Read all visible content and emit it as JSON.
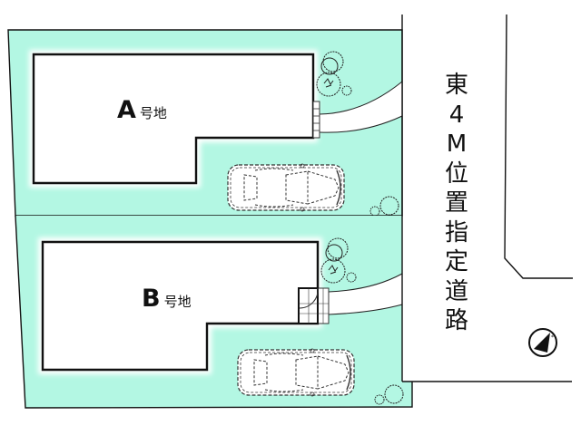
{
  "plan": {
    "type": "site plan (区画図)",
    "colors": {
      "garden": "#b3f7e3",
      "building_fill": "#ffffff",
      "line": "#111111"
    },
    "lots": [
      {
        "id": "A",
        "letter": "A",
        "suffix": "号地",
        "parking": "1 car",
        "entrance": "east approach path with steps"
      },
      {
        "id": "B",
        "letter": "B",
        "suffix": "号地",
        "parking": "1 car",
        "entrance": "east approach path with tiled porch"
      }
    ],
    "road": {
      "label_chars": [
        "東",
        "4",
        "M",
        "位",
        "置",
        "指",
        "定",
        "道",
        "路"
      ],
      "label": "東4M位置指定道路"
    },
    "compass": {
      "icon": "north-arrow-icon",
      "direction": "north-northeast"
    }
  }
}
